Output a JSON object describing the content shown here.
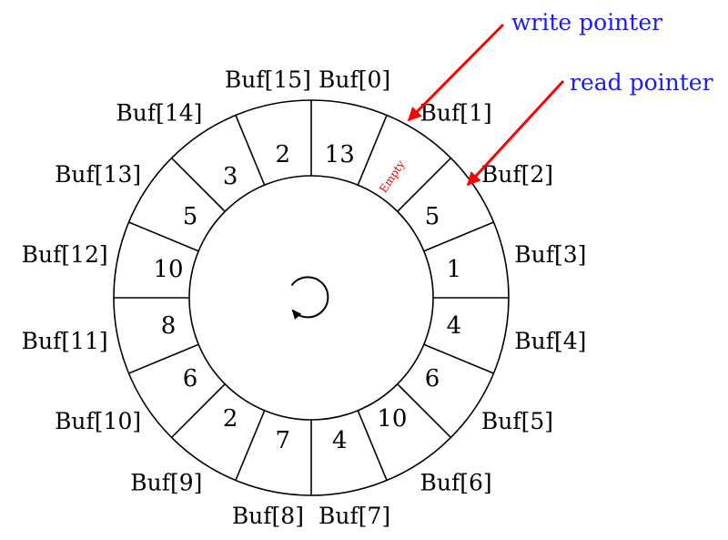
{
  "buffer_labels": [
    "Buf[0]",
    "Buf[1]",
    "Buf[2]",
    "Buf[3]",
    "Buf[4]",
    "Buf[5]",
    "Buf[6]",
    "Buf[7]",
    "Buf[8]",
    "Buf[9]",
    "Buf[10]",
    "Buf[11]",
    "Buf[12]",
    "Buf[13]",
    "Buf[14]",
    "Buf[15]"
  ],
  "cell_values": [
    "13",
    "Empty",
    "5",
    "1",
    "4",
    "6",
    "10",
    "4",
    "7",
    "2",
    "6",
    "8",
    "10",
    "5",
    "3",
    "2"
  ],
  "empty_index": 1,
  "write_pointer": {
    "label": "write pointer",
    "points_to": 1
  },
  "read_pointer": {
    "label": "read pointer",
    "points_to": 2
  },
  "colors": {
    "annotation_text": "#1a1aff",
    "arrow": "#ff0000",
    "empty_text": "#ff0000",
    "stroke": "#000000"
  },
  "icons": {
    "center": "circular-arrow-icon"
  }
}
